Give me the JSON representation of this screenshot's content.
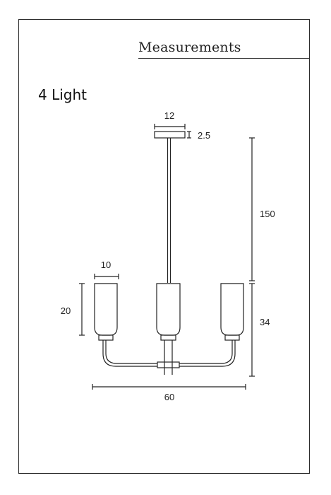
{
  "header": {
    "title": "Measurements"
  },
  "product": {
    "name": "4 Light"
  },
  "dimensions": {
    "canopy_width": "12",
    "canopy_height": "2.5",
    "drop_length": "150",
    "shade_width": "10",
    "shade_height": "20",
    "body_height": "34",
    "overall_width": "60"
  }
}
